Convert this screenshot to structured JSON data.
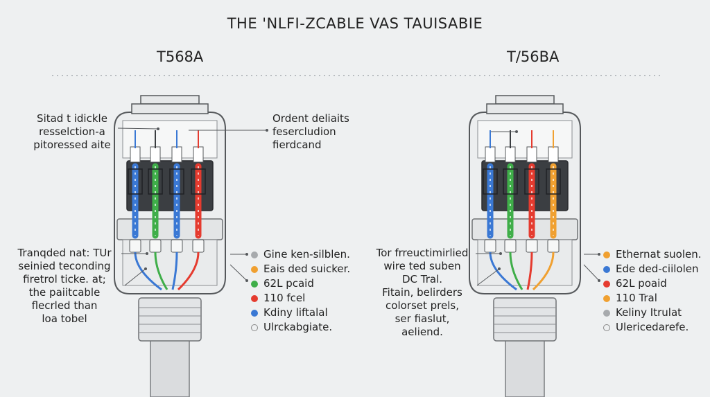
{
  "title": "THE 'NLFI-ZCABLE VAS TAUISABIE",
  "left": {
    "standard": "T568A",
    "top_note": [
      "Sitad t idickle",
      "resselction-a",
      "pitoressed aite"
    ],
    "top_right_note": [
      "Ordent deliaits",
      "fesercludion",
      "fierdcand"
    ],
    "bottom_note": [
      "Tranqded nat:  TUr",
      "seinied teconding",
      "firetrol ticke.   at;",
      "the paiitcable",
      "flecrled than",
      "loa tobel"
    ],
    "legend": [
      {
        "label": "Gine ken-silblen.",
        "color": "#a7aaad"
      },
      {
        "label": "Eais ded suicker.",
        "color": "#f0a030"
      },
      {
        "label": "62L pcaid",
        "color": "#3fae49"
      },
      {
        "label": "110 fcel",
        "color": "#e53b2f"
      },
      {
        "label": "Kdiny liftalal",
        "color": "#3a78d4"
      },
      {
        "label": "Ulrckabgiate.",
        "color": "ring"
      }
    ],
    "wire_colors": [
      "#3a78d4",
      "#3fae49",
      "#3a78d4",
      "#e53b2f"
    ]
  },
  "right": {
    "standard": "T/56BA",
    "bottom_note": [
      "Tor frreuctimirlied",
      "wire ted suben",
      "DC Tral.",
      "Fitain, belirders",
      "colorset prels,",
      "ser fiaslut,",
      "aeliend."
    ],
    "legend": [
      {
        "label": "Ethernat suolen.",
        "color": "#f0a030"
      },
      {
        "label": "Ede ded-ciilolen",
        "color": "#3a78d4"
      },
      {
        "label": "62L poaid",
        "color": "#e53b2f"
      },
      {
        "label": "110 Tral",
        "color": "#f0a030"
      },
      {
        "label": "Keliny Itrulat",
        "color": "#a7aaad"
      },
      {
        "label": "Ulericedarefe.",
        "color": "ring"
      }
    ],
    "wire_colors": [
      "#3a78d4",
      "#3fae49",
      "#e53b2f",
      "#f0a030"
    ]
  }
}
